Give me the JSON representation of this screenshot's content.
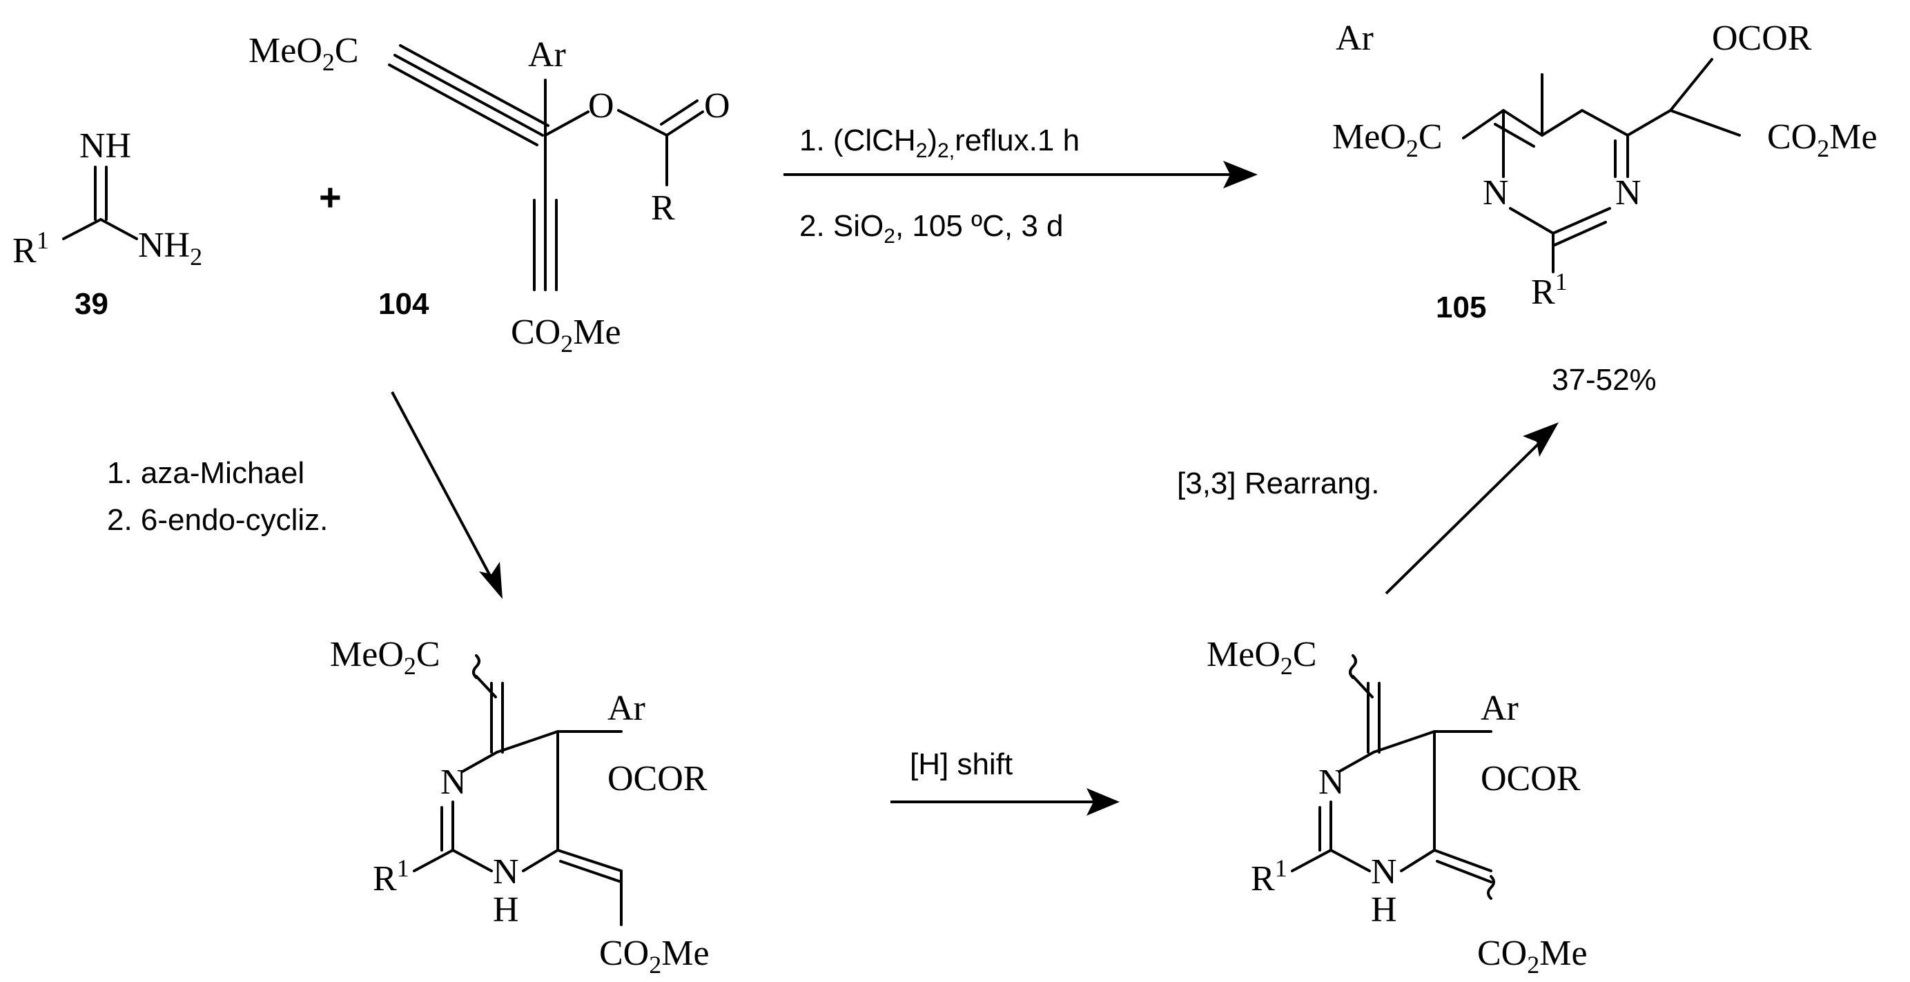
{
  "compounds": {
    "c39": {
      "label": "39",
      "nh": "NH",
      "nh2": "NH",
      "nh2_sub": "2",
      "r": "R",
      "r_sup": "1"
    },
    "c104": {
      "label": "104",
      "ester_top": "MeO",
      "ester_top_sub": "2",
      "ester_top_end": "C",
      "ar": "Ar",
      "o_ether": "O",
      "o_carbonyl": "O",
      "r": "R",
      "ester_bottom": "CO",
      "ester_bottom_sub": "2",
      "ester_bottom_end": "Me"
    },
    "c105": {
      "label": "105",
      "ar": "Ar",
      "ocor": "OCOR",
      "ester_left": "MeO",
      "ester_left_sub": "2",
      "ester_left_end": "C",
      "ester_right": "CO",
      "ester_right_sub": "2",
      "ester_right_end": "Me",
      "n_left": "N",
      "n_right": "N",
      "r": "R",
      "r_sup": "1",
      "yield": "37-52%"
    },
    "intermediate_1": {
      "ester_top": "MeO",
      "ester_top_sub": "2",
      "ester_top_end": "C",
      "ar": "Ar",
      "ocor": "OCOR",
      "n": "N",
      "nh_n": "N",
      "nh_h": "H",
      "r": "R",
      "r_sup": "1",
      "ester_bottom": "CO",
      "ester_bottom_sub": "2",
      "ester_bottom_end": "Me"
    },
    "intermediate_2": {
      "ester_top": "MeO",
      "ester_top_sub": "2",
      "ester_top_end": "C",
      "ar": "Ar",
      "ocor": "OCOR",
      "n": "N",
      "nh_n": "N",
      "nh_h": "H",
      "r": "R",
      "r_sup": "1",
      "ester_bottom": "CO",
      "ester_bottom_sub": "2",
      "ester_bottom_end": "Me"
    }
  },
  "plus": "+",
  "arrows": {
    "top": {
      "step1_a": "1. (ClCH",
      "step1_sub": "2",
      "step1_b": ")",
      "step1_sub2": "2,",
      "step1_c": "reflux.1 h",
      "step2_a": "2. SiO",
      "step2_sub": "2",
      "step2_b": ", 105 ºC, 3 d"
    },
    "down": {
      "line1": "1. aza-Michael",
      "line2": "2. 6-endo-cycliz."
    },
    "shift": {
      "label": "[H] shift"
    },
    "up": {
      "label": "[3,3] Rearrang."
    }
  }
}
